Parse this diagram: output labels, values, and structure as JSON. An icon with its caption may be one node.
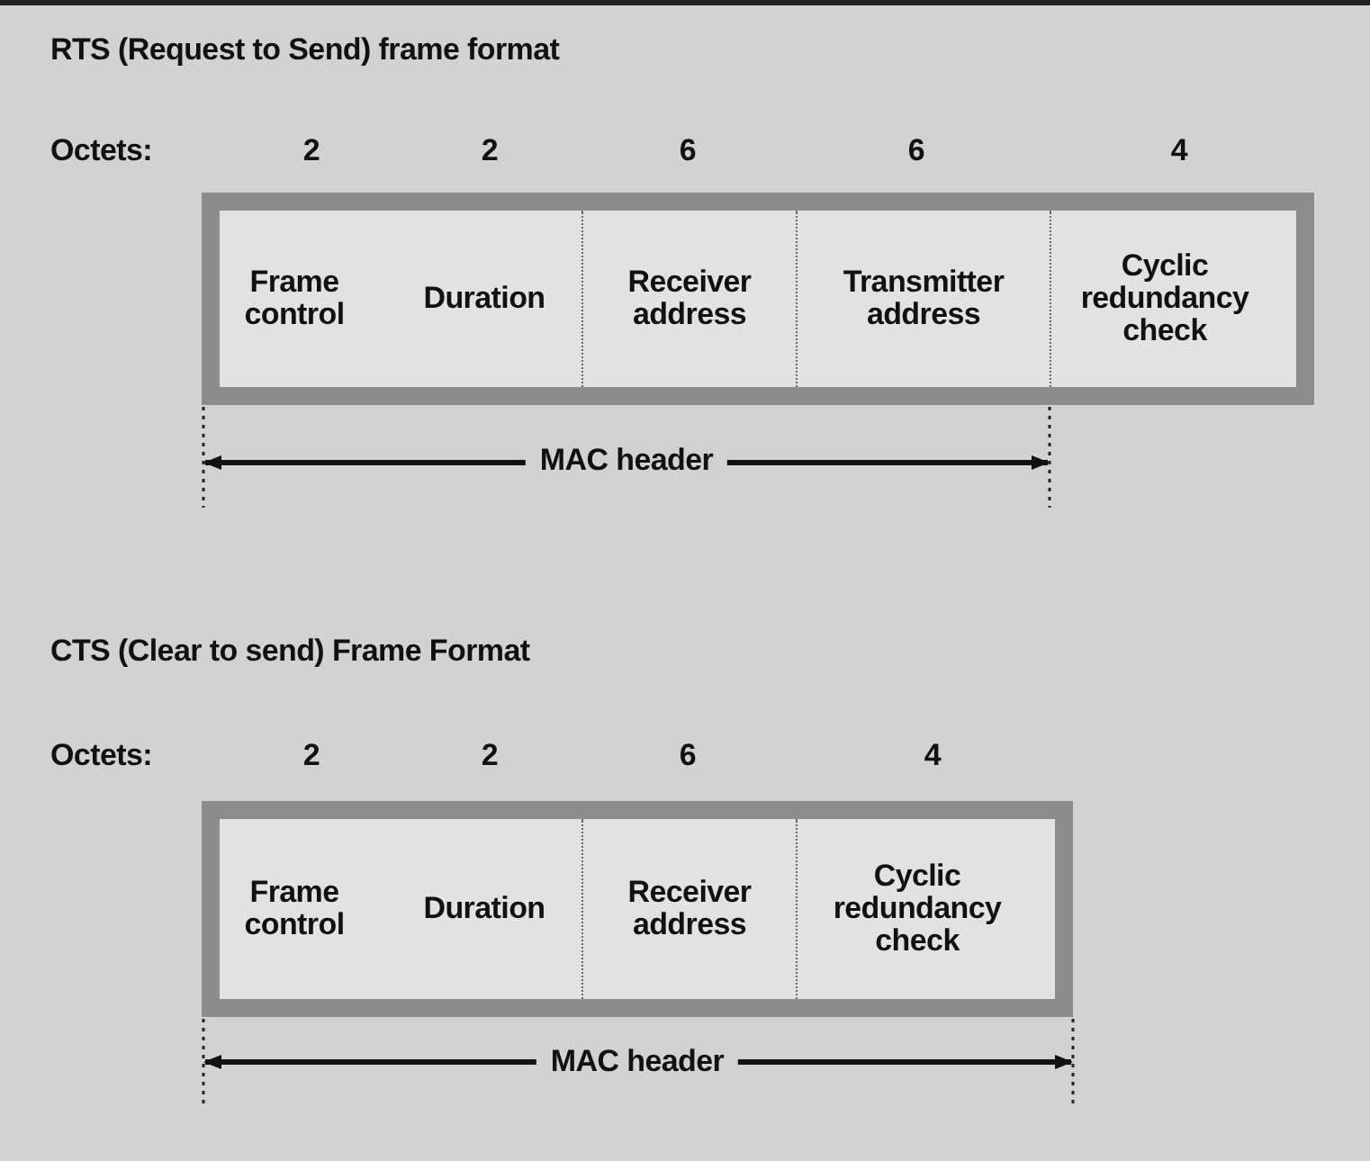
{
  "diagram": {
    "nodes": [
      {
        "text": [
          "Frame control"
        ]
      },
      {
        "text": [
          "Duration"
        ]
      },
      {
        "text": [
          "Receiver address"
        ]
      },
      {
        "text": [
          "Transmitter address"
        ]
      },
      {
        "text": [
          "Cyclic redundancy check"
        ]
      },
      {
        "text": [
          "Frame control"
        ]
      },
      {
        "text": [
          "Duration"
        ]
      },
      {
        "text": [
          "Receiver address"
        ]
      },
      {
        "text": [
          "Cyclic redundancy check"
        ]
      }
    ],
    "edges": [],
    "labels": [
      "RTS (Request to Send) frame format",
      "Octets:",
      "2",
      "2",
      "6",
      "6",
      "4",
      "MAC header",
      "CTS (Clear to send) Frame Format",
      "Octets:",
      "2",
      "2",
      "6",
      "4",
      "MAC header"
    ]
  }
}
